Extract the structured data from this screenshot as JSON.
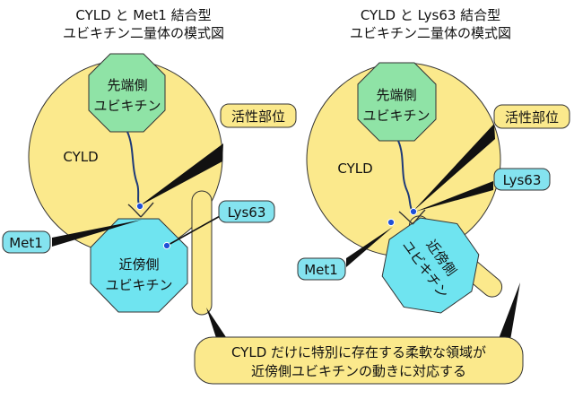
{
  "panels": [
    {
      "title_line1": "CYLD と Met1 結合型",
      "title_line2": "ユビキチン二量体の模式図",
      "cyld_label": "CYLD",
      "distal_line1": "先端側",
      "distal_line2": "ユビキチン",
      "proximal_line1": "近傍側",
      "proximal_line2": "ユビキチン",
      "active_site_label": "活性部位",
      "met1_label": "Met1",
      "lys63_label": "Lys63"
    },
    {
      "title_line1": "CYLD と Lys63 結合型",
      "title_line2": "ユビキチン二量体の模式図",
      "cyld_label": "CYLD",
      "distal_line1": "先端側",
      "distal_line2": "ユビキチン",
      "proximal_line1": "近傍側",
      "proximal_line2": "ユビキチン",
      "active_site_label": "活性部位",
      "met1_label": "Met1",
      "lys63_label": "Lys63"
    }
  ],
  "note": {
    "line1": "CYLD だけに特別に存在する柔軟な領域が",
    "line2": "近傍側ユビキチンの動きに対応する"
  },
  "colors": {
    "cyld": "#fbe98c",
    "distal_ubiquitin": "#8fe3a6",
    "proximal_ubiquitin": "#6fe4f0",
    "label_box": "#84e3ef",
    "active_site_box": "#fbe98c",
    "linker": "#1e3a78",
    "point": "#1f4fd6"
  }
}
